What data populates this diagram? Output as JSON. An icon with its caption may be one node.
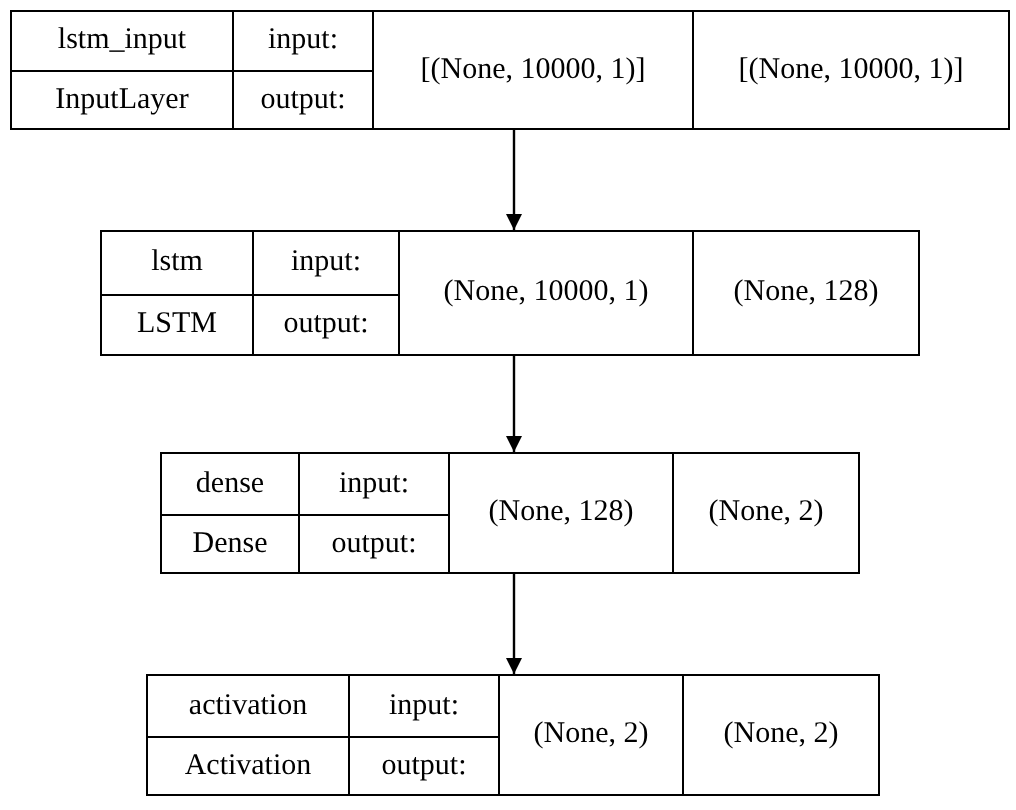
{
  "diagram": {
    "nodes": [
      {
        "text": [
          "lstm_input",
          "InputLayer",
          "input:",
          "output:",
          "[(None, 10000, 1)]",
          "[(None, 10000, 1)]"
        ]
      },
      {
        "text": [
          "lstm",
          "LSTM",
          "input:",
          "output:",
          "(None, 10000, 1)",
          "(None, 128)"
        ]
      },
      {
        "text": [
          "dense",
          "Dense",
          "input:",
          "output:",
          "(None, 128)",
          "(None, 2)"
        ]
      },
      {
        "text": [
          "activation",
          "Activation",
          "input:",
          "output:",
          "(None, 2)",
          "(None, 2)"
        ]
      }
    ],
    "edges": [
      {
        "from": 0,
        "to": 1,
        "arrow": "to"
      },
      {
        "from": 1,
        "to": 2,
        "arrow": "to"
      },
      {
        "from": 2,
        "to": 3,
        "arrow": "to"
      }
    ]
  }
}
